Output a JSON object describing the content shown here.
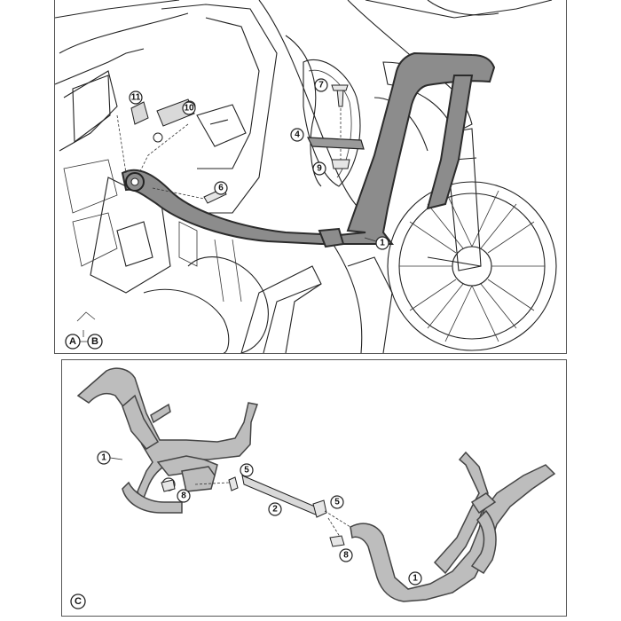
{
  "panel_top": {
    "view_labels": [
      "A",
      "B"
    ],
    "callouts": [
      "11",
      "10",
      "7",
      "4",
      "9",
      "6",
      "1"
    ]
  },
  "panel_bottom": {
    "view_label": "C",
    "callouts": [
      "1",
      "5",
      "8",
      "2",
      "5",
      "8",
      "1"
    ]
  },
  "colors": {
    "bar_dark": "#8c8c8c",
    "bar_light": "#bdbdbd",
    "outline": "#222222"
  }
}
